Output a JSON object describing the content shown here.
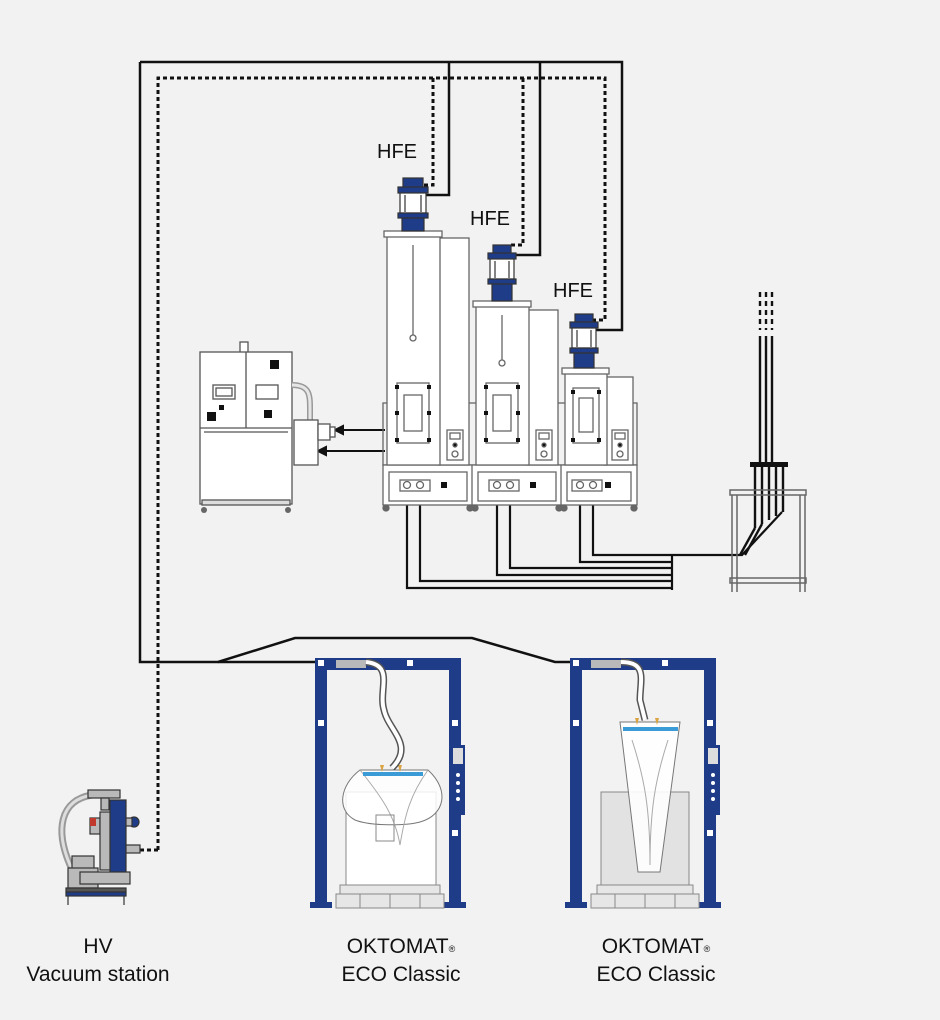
{
  "hfe_labels": [
    "HFE",
    "HFE",
    "HFE"
  ],
  "vacuum_station": {
    "line1": "HV",
    "line2": "Vacuum station"
  },
  "octabin_stations": [
    {
      "name": "OKTOMAT",
      "mark": "®",
      "model": "ECO Classic"
    },
    {
      "name": "OKTOMAT",
      "mark": "®",
      "model": "ECO Classic"
    }
  ],
  "colors": {
    "background": "#f2f2f2",
    "frame_blue": "#1f3c88",
    "line": "#111111",
    "equipment_fill": "#ffffff",
    "equipment_stroke": "#555555",
    "gray_part": "#b9b9b9",
    "hose": "#c8c8c8",
    "bag_stripe": "#3b9bd6",
    "bag_spout": "#d9a441"
  }
}
